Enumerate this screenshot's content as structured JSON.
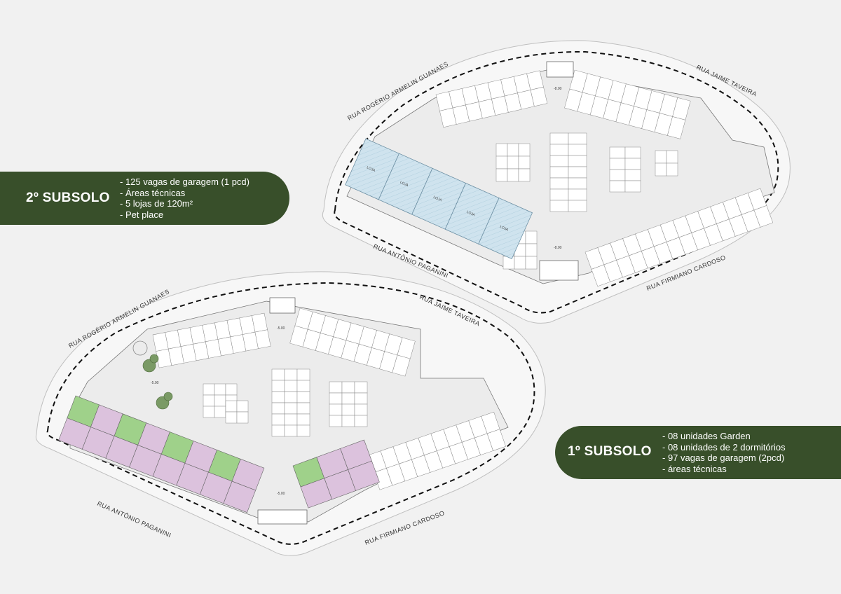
{
  "top_plan": {
    "title": "2º SUBSOLO",
    "features": [
      "- 125 vagas de garagem (1 pcd)",
      "- Áreas técnicas",
      "- 5 lojas de 120m²",
      "- Pet place"
    ],
    "streets": {
      "northwest": "RUA ROGÉRIO ARMELIN GUANAES",
      "northeast": "RUA JAIME TAVEIRA",
      "southwest": "RUA ANTÔNIO PAGANINI",
      "southeast": "RUA FIRMIANO CARDOSO"
    },
    "store_label": "LOJA",
    "level_marks": [
      "-8.00",
      "-8.00"
    ]
  },
  "bottom_plan": {
    "title": "1º SUBSOLO",
    "features": [
      "- 08 unidades Garden",
      "- 08 unidades de 2 dormitórios",
      "- 97 vagas de garagem (2pcd)",
      "- áreas técnicas"
    ],
    "streets": {
      "northwest": "RUA ROGÉRIO ARMELIN GUANAES",
      "northeast": "RUA JAIME TAVEIRA",
      "southwest": "RUA ANTÔNIO PAGANINI",
      "southeast": "RUA FIRMIANO CARDOSO"
    },
    "level_marks": [
      "-5.00",
      "-5.00",
      "-5.00"
    ]
  },
  "colors": {
    "label_bg": "#384f2a",
    "store_fill": "#cfe3ee",
    "garden_unit": "#9fd18a",
    "two_bed_unit": "#dcc2dd"
  }
}
